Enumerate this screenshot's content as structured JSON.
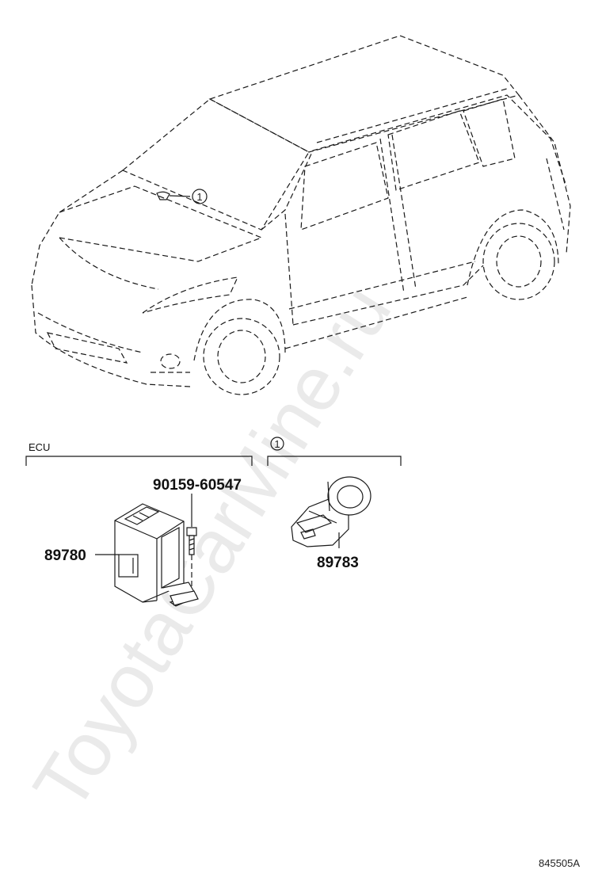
{
  "watermark": "ToyotaCarMine.ru",
  "groups": {
    "ecu_label": "ECU",
    "callout_1": "1"
  },
  "callouts": {
    "car_ref": "1"
  },
  "parts": {
    "bolt": "90159-60547",
    "ecu": "89780",
    "sensor": "89783"
  },
  "diagram_id": "845505A"
}
